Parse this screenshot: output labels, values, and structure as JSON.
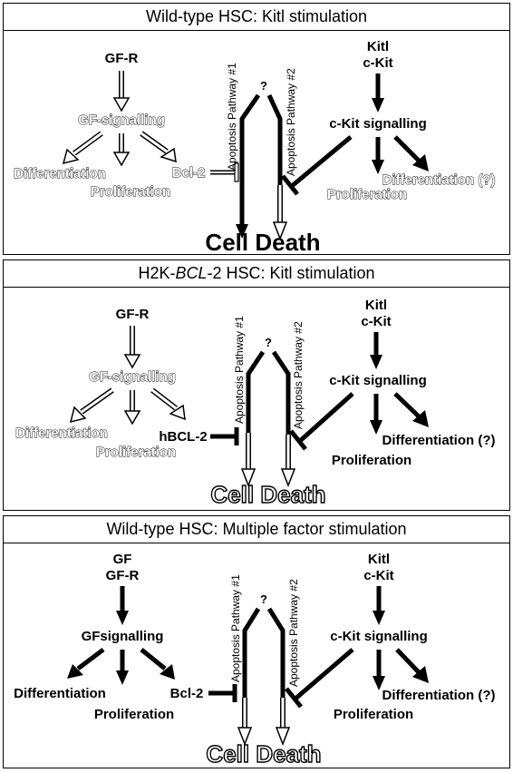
{
  "panels": [
    {
      "title": "Wild-type HSC: Kitl stimulation",
      "gf_receptor": "GF-R",
      "gf_signalling": "GF-signalling",
      "gf_differentiation": "Differentiation",
      "gf_proliferation": "Proliferation",
      "bcl": "Bcl-2",
      "question": "?",
      "pathway1": "Apoptosis Pathway #1",
      "pathway2": "Apoptosis Pathway #2",
      "kit_ligand": "Kitl",
      "kit_receptor": "c-Kit",
      "kit_signalling": "c-Kit signalling",
      "kit_proliferation": "Proliferation",
      "kit_differentiation": "Differentiation (?)",
      "cell_death": "Cell Death"
    },
    {
      "title_prefix": "H2K-",
      "title_italic": "BCL",
      "title_suffix": "-2 HSC: Kitl stimulation",
      "gf_receptor": "GF-R",
      "gf_signalling": "GF-signalling",
      "gf_differentiation": "Differentiation",
      "gf_proliferation": "Proliferation",
      "bcl": "hBCL-2",
      "question": "?",
      "pathway1": "Apoptosis Pathway #1",
      "pathway2": "Apoptosis Pathway #2",
      "kit_ligand": "Kitl",
      "kit_receptor": "c-Kit",
      "kit_signalling": "c-Kit signalling",
      "kit_proliferation": "Proliferation",
      "kit_differentiation": "Differentiation (?)",
      "cell_death": "Cell Death"
    },
    {
      "title": "Wild-type HSC: Multiple factor stimulation",
      "gf_factor": "GF",
      "gf_receptor": "GF-R",
      "gf_signalling": "GFsignalling",
      "gf_differentiation": "Differentiation",
      "gf_proliferation": "Proliferation",
      "bcl": "Bcl-2",
      "question": "?",
      "pathway1": "Apoptosis Pathway #1",
      "pathway2": "Apoptosis Pathway #2",
      "kit_ligand": "Kitl",
      "kit_receptor": "c-Kit",
      "kit_signalling": "c-Kit signalling",
      "kit_proliferation": "Proliferation",
      "kit_differentiation": "Differentiation (?)",
      "cell_death": "Cell Death"
    }
  ]
}
